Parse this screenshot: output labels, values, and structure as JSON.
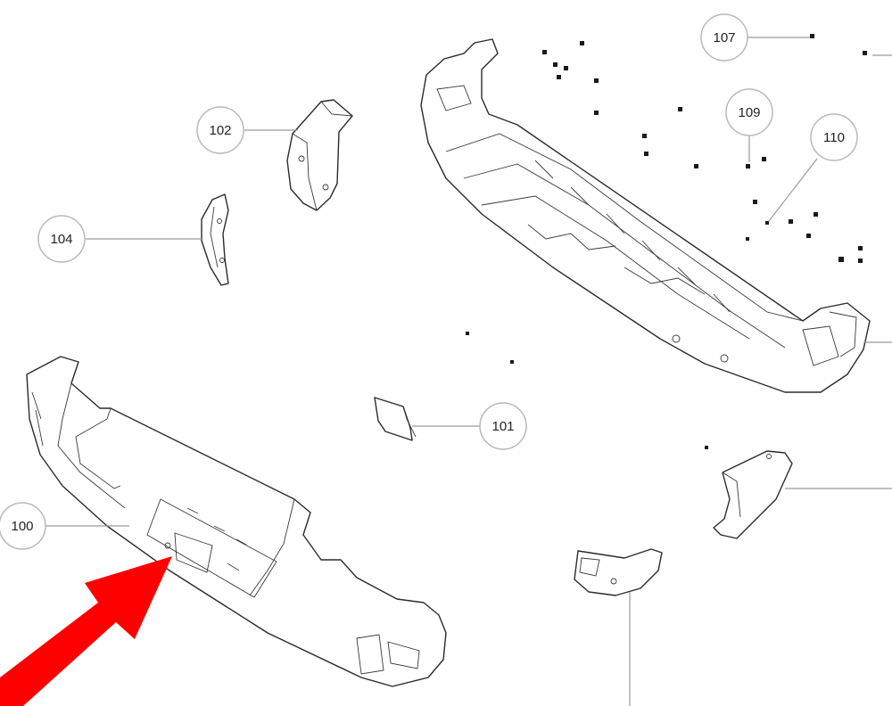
{
  "callouts": [
    {
      "id": "100",
      "label": "100"
    },
    {
      "id": "101",
      "label": "101"
    },
    {
      "id": "102",
      "label": "102"
    },
    {
      "id": "104",
      "label": "104"
    },
    {
      "id": "107",
      "label": "107"
    },
    {
      "id": "109",
      "label": "109"
    },
    {
      "id": "110",
      "label": "110"
    }
  ],
  "arrow": {
    "color": "#ff0000",
    "points_to": "100"
  },
  "colors": {
    "line": "#2b2b2b",
    "callout_border": "#b9b9b9",
    "leader": "#9a9a9a"
  }
}
